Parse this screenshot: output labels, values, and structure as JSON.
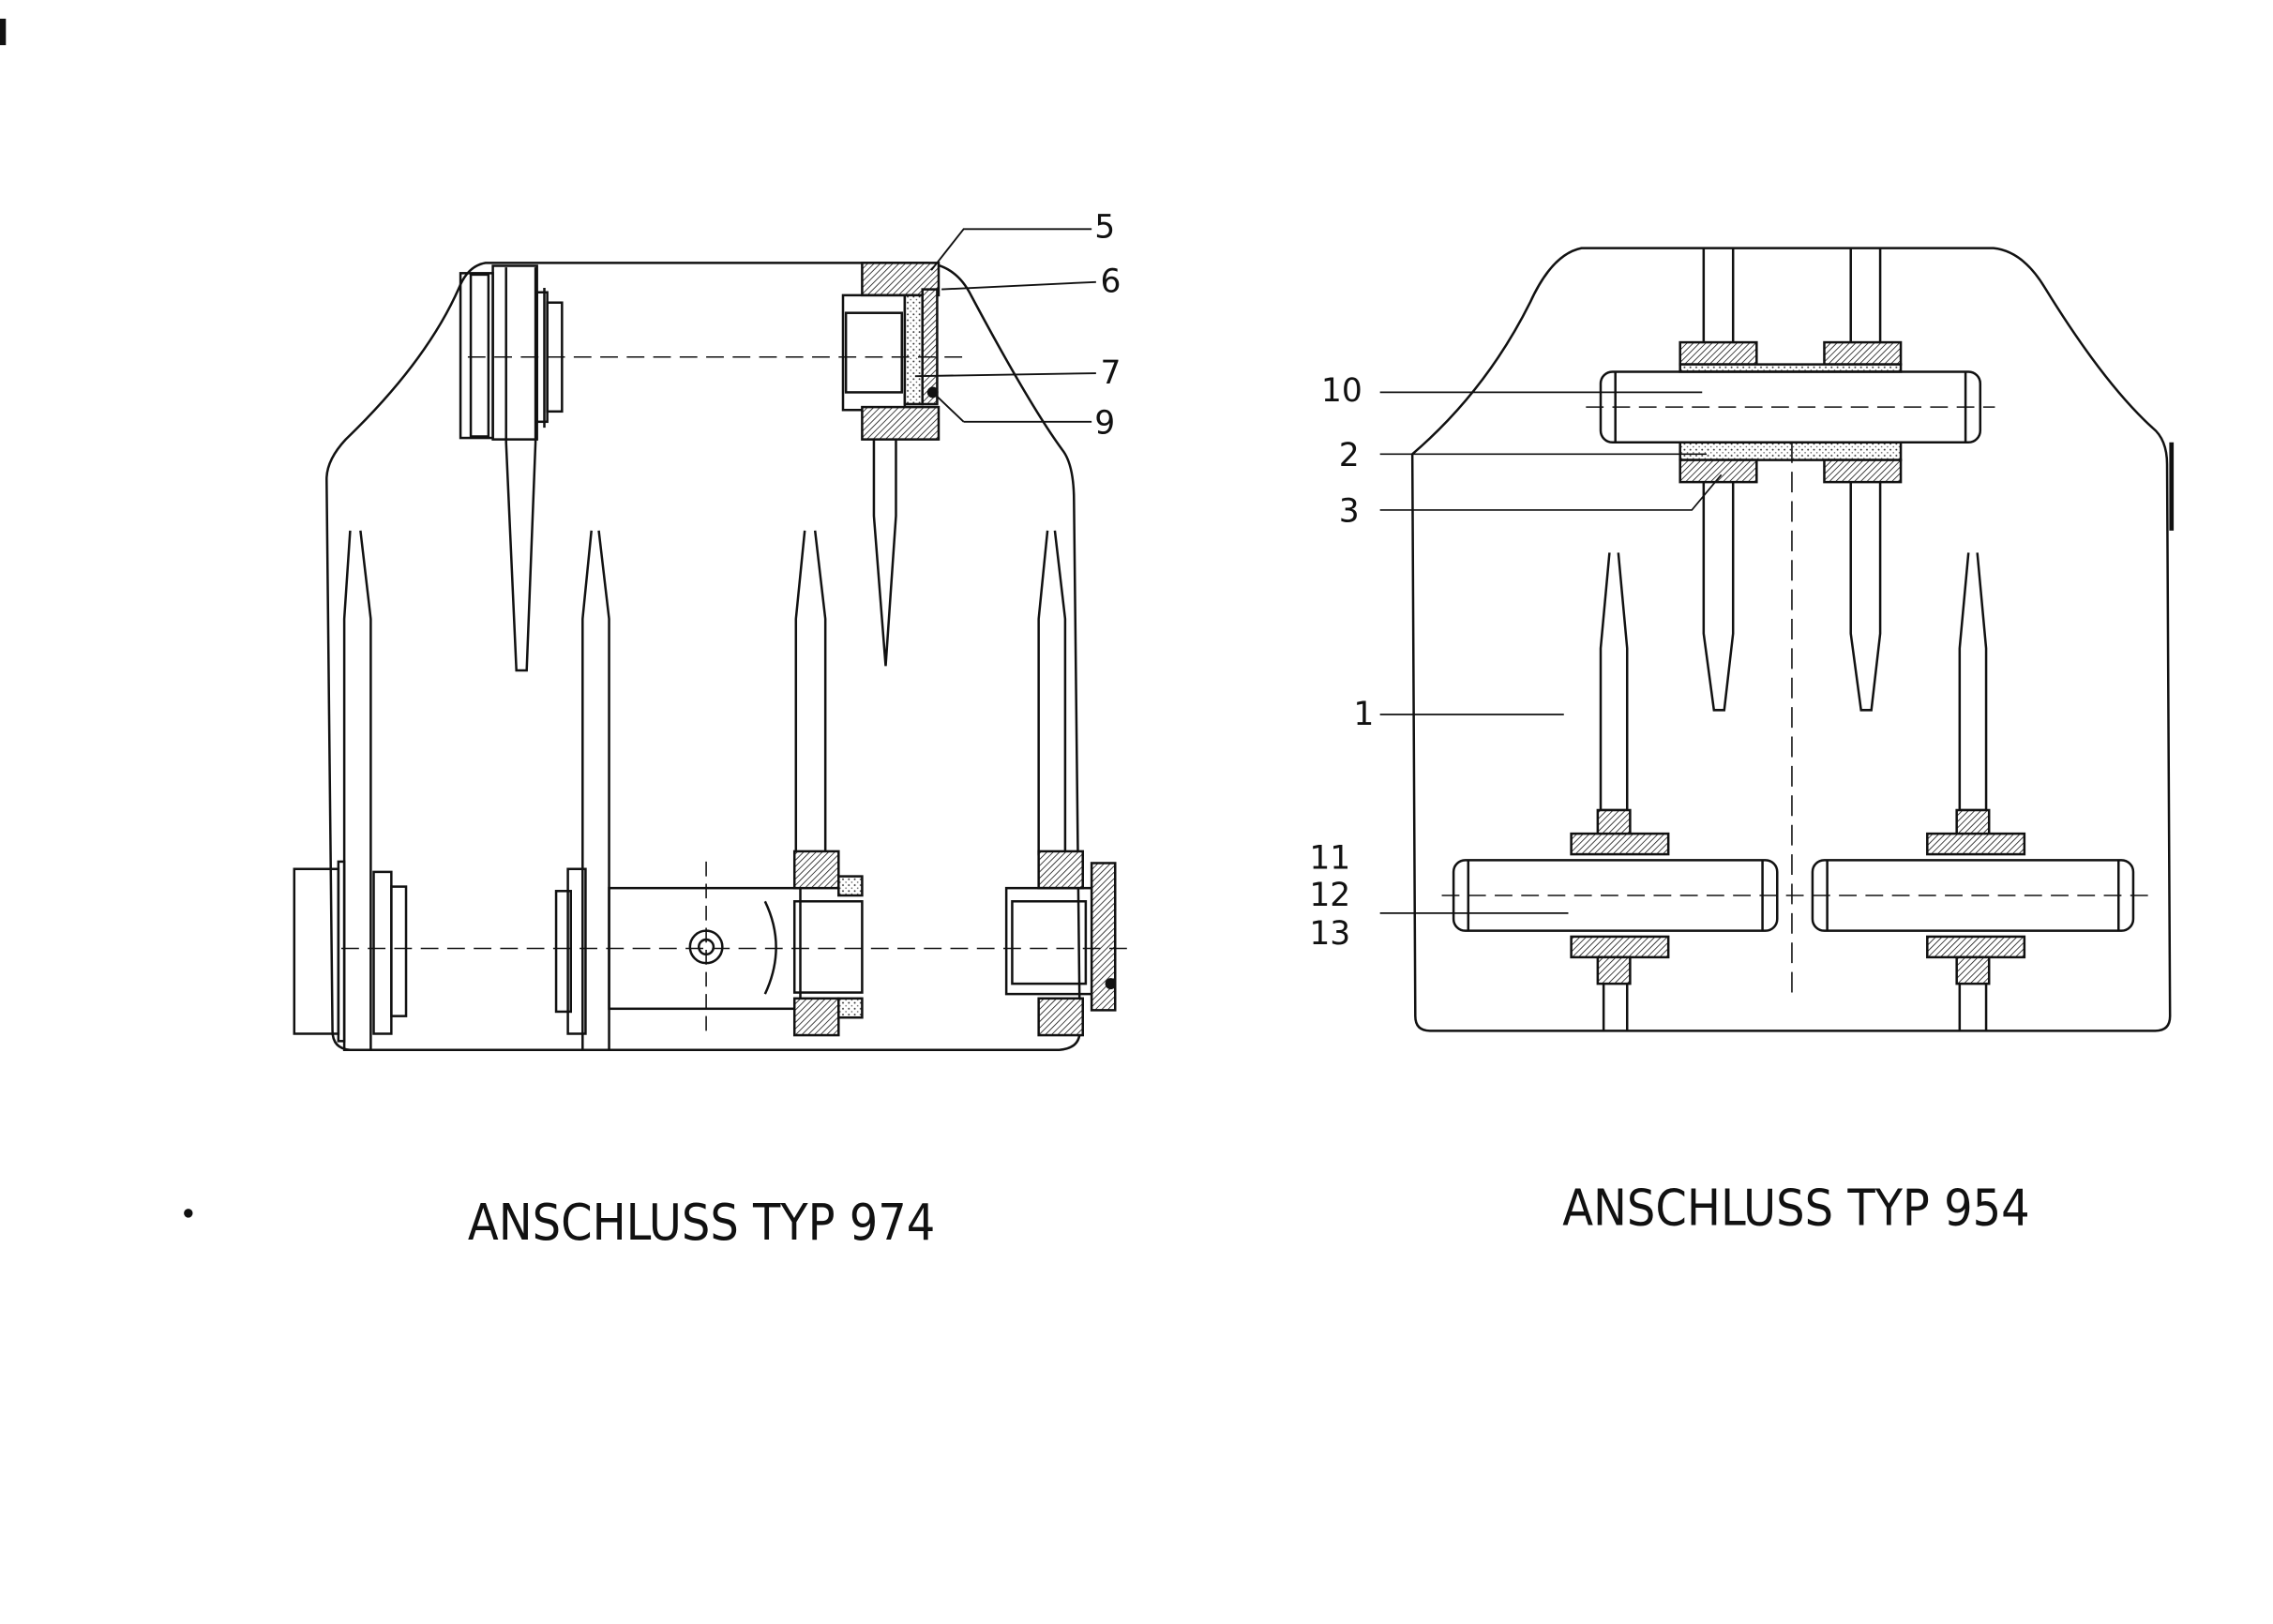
{
  "drawings": [
    {
      "title": "ANSCHLUSS TYP 974",
      "callouts": [
        "5",
        "6",
        "7",
        "9"
      ]
    },
    {
      "title": "ANSCHLUSS TYP 954",
      "callouts": [
        "10",
        "2",
        "3",
        "1",
        "11",
        "12",
        "13"
      ]
    }
  ],
  "colors": {
    "line": "#111111",
    "background": "#ffffff"
  }
}
